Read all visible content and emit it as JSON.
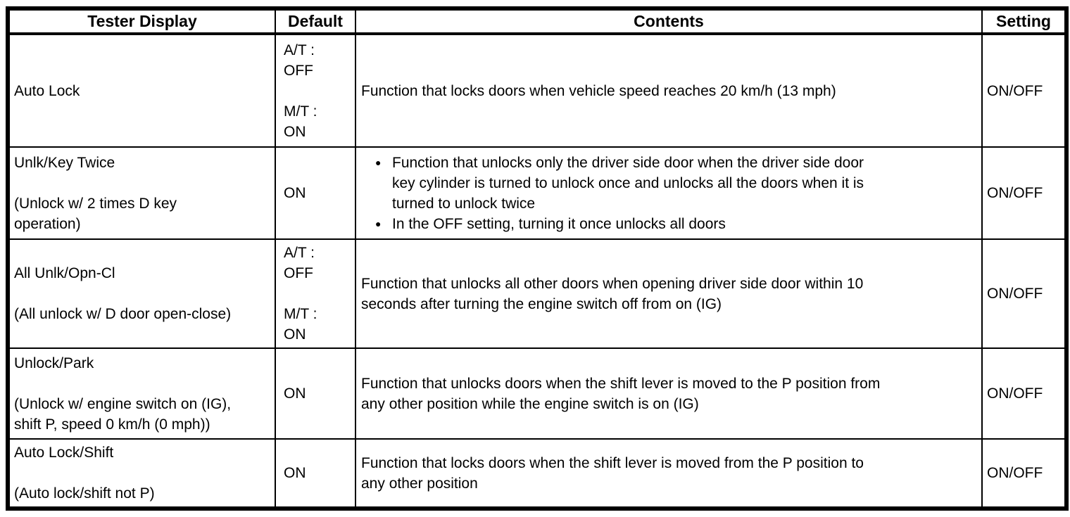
{
  "colors": {
    "background": "#ffffff",
    "text": "#000000",
    "border": "#000000"
  },
  "table": {
    "headers": [
      "Tester Display",
      "Default",
      "Contents",
      "Setting"
    ],
    "rows": [
      {
        "tester_display_lines": [
          "Auto Lock"
        ],
        "default_lines": [
          "A/T :",
          "OFF",
          "",
          "M/T :",
          "ON"
        ],
        "contents_lines": [
          "Function that locks doors when vehicle speed reaches 20 km/h (13 mph)"
        ],
        "setting": "ON/OFF"
      },
      {
        "tester_display_lines": [
          "Unlk/Key Twice",
          "",
          "(Unlock w/ 2 times D key",
          "operation)"
        ],
        "default_lines": [
          "ON"
        ],
        "contents_bullets": [
          [
            "Function that unlocks only the driver side door when the driver side door",
            "key cylinder is turned to unlock once and unlocks all the doors when it is",
            "turned to unlock twice"
          ],
          [
            "In the OFF setting, turning it once unlocks all doors"
          ]
        ],
        "setting": "ON/OFF"
      },
      {
        "tester_display_lines": [
          "All Unlk/Opn-Cl",
          "",
          "(All unlock w/ D door open-close)"
        ],
        "default_lines": [
          "A/T :",
          "OFF",
          "",
          "M/T :",
          "ON"
        ],
        "contents_lines": [
          "Function that unlocks all other doors when opening driver side door within 10",
          "seconds after turning the engine switch off from on (IG)"
        ],
        "setting": "ON/OFF"
      },
      {
        "tester_display_lines": [
          "Unlock/Park",
          "",
          "(Unlock w/ engine switch on (IG),",
          "shift P, speed 0 km/h (0 mph))"
        ],
        "default_lines": [
          "ON"
        ],
        "contents_lines": [
          "Function that unlocks doors when the shift lever is moved to the P position from",
          "any other position while the engine switch is on (IG)"
        ],
        "setting": "ON/OFF"
      },
      {
        "tester_display_lines": [
          "Auto Lock/Shift",
          "",
          "(Auto lock/shift not P)"
        ],
        "default_lines": [
          "ON"
        ],
        "contents_lines": [
          "Function that locks doors when the shift lever is moved from the P position to",
          "any other position"
        ],
        "setting": "ON/OFF"
      }
    ]
  }
}
